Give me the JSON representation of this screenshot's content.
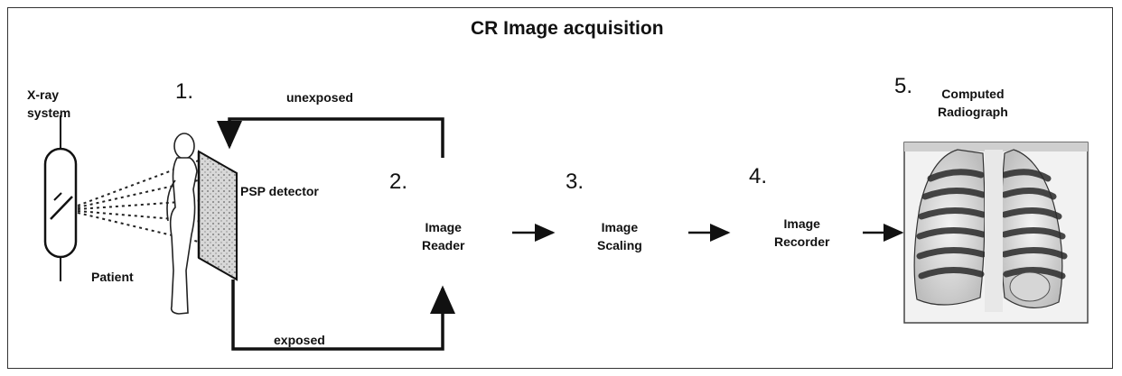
{
  "title": "CR Image acquisition",
  "labels": {
    "xray_system": "X-ray\nsystem",
    "patient": "Patient",
    "psp_detector": "PSP detector",
    "unexposed": "unexposed",
    "exposed": "exposed",
    "image_reader": "Image\nReader",
    "image_scaling": "Image\nScaling",
    "image_recorder": "Image\nRecorder",
    "computed_radiograph": "Computed\nRadiograph"
  },
  "steps": {
    "s1": "1.",
    "s2": "2.",
    "s3": "3.",
    "s4": "4.",
    "s5": "5."
  }
}
